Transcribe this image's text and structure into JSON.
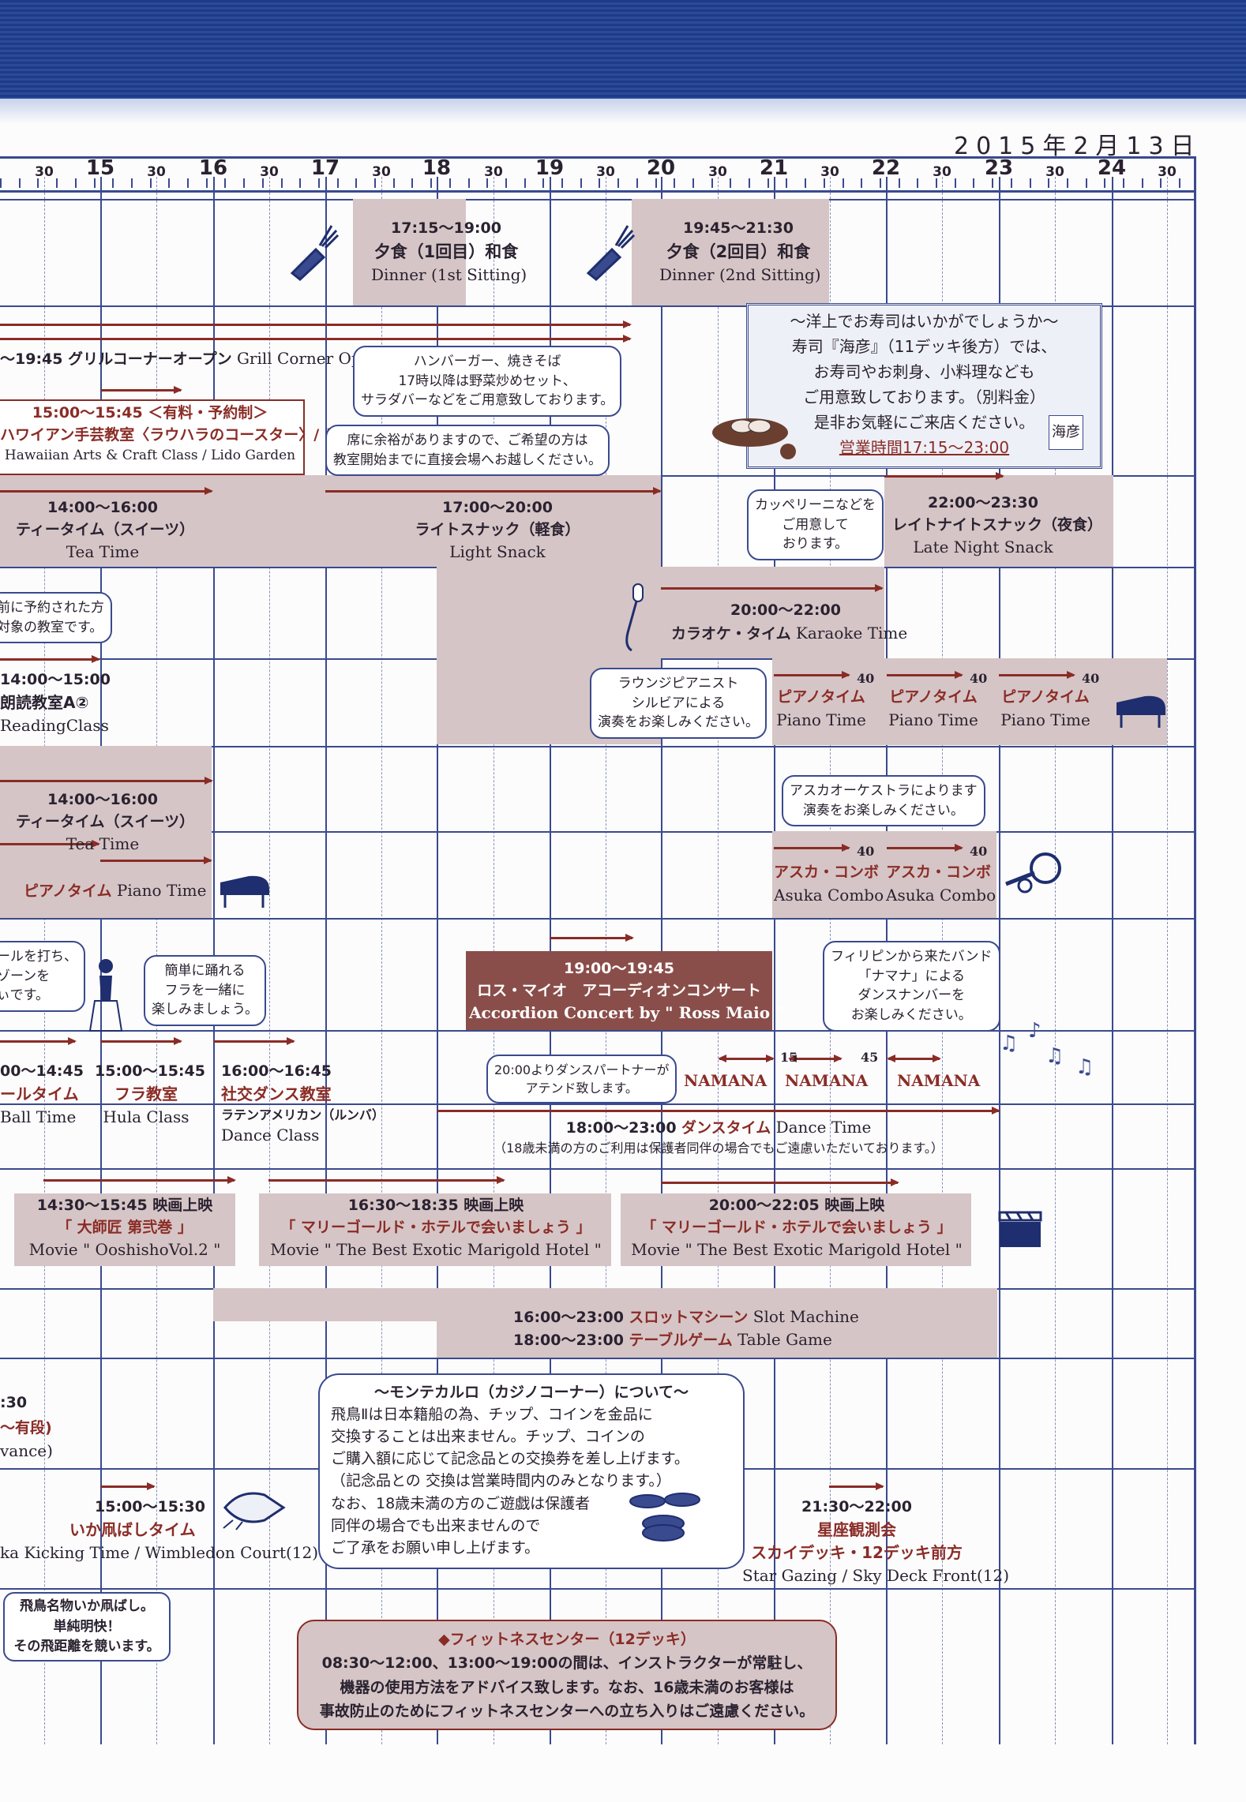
{
  "date": "2015年2月13日",
  "axis": {
    "hours": [
      "15",
      "16",
      "17",
      "18",
      "19",
      "20",
      "21",
      "22",
      "23",
      "24"
    ],
    "half": "30"
  },
  "dinner1": {
    "time": "17:15〜19:00",
    "jp": "夕食（1回目）和食",
    "en": "Dinner (1st Sitting)"
  },
  "dinner2": {
    "time": "19:45〜21:30",
    "jp": "夕食（2回目）和食",
    "en": "Dinner (2nd Sitting)"
  },
  "sushi": {
    "lines": [
      "〜洋上でお寿司はいかがでしょうか〜",
      "寿司『海彦』（11デッキ後方）では、",
      "お寿司やお刺身、小料理なども",
      "ご用意致しております。（別料金）",
      "是非お気軽にご来店ください。"
    ],
    "hours": "営業時間17:15〜23:00",
    "logo": "海彦"
  },
  "grill": {
    "jp": "〜19:45 グリルコーナーオープン",
    "en": "Grill Corner Open"
  },
  "grill_note": [
    "ハンバーガー、焼きそば",
    "17時以降は野菜炒めセット、",
    "サラダバーなどをご用意致しております。"
  ],
  "hawaiian": {
    "time": "15:00〜15:45 ＜有料・予約制＞",
    "jp": "ハワイアン手芸教室〈ラウハラのコースター〉/ リドガーデン",
    "en": "Hawaiian Arts & Craft Class / Lido Garden"
  },
  "hawaiian_note": [
    "席に余裕がありますので、ご希望の方は",
    "教室開始までに直接会場へお越しください。"
  ],
  "tea1": {
    "time": "14:00〜16:00",
    "jp": "ティータイム（スイーツ）",
    "en": "Tea Time"
  },
  "light": {
    "time": "17:00〜20:00",
    "jp": "ライトスナック（軽食）",
    "en": "Light Snack"
  },
  "cappellini": [
    "カッペリーニなどを",
    "ご用意して",
    "おります。"
  ],
  "late": {
    "time": "22:00〜23:30",
    "jp": "レイトナイトスナック（夜食）",
    "en": "Late Night Snack"
  },
  "reserve_note": [
    "前に予約された方",
    "対象の教室です。"
  ],
  "karaoke": {
    "time": "20:00〜22:00",
    "jp": "カラオケ・タイム",
    "en": "Karaoke Time"
  },
  "reading": {
    "time": "14:00〜15:00",
    "jp": "朗読教室A②",
    "en": "ReadingClass"
  },
  "lounge_note": [
    "ラウンジピアニスト",
    "シルビアによる",
    "演奏をお楽しみください。"
  ],
  "piano": {
    "jp": "ピアノタイム",
    "en": "Piano Time",
    "mark": "40"
  },
  "tea2": {
    "time": "14:00〜16:00",
    "jp": "ティータイム（スイーツ）",
    "en": "Tea Time"
  },
  "piano2": {
    "jp": "ピアノタイム",
    "en": "Piano Time"
  },
  "asuka_note": [
    "アスカオーケストラによります",
    "演奏をお楽しみください。"
  ],
  "asuka": {
    "jp": "アスカ・コンボ",
    "en": "Asuka Combo",
    "mark": "40"
  },
  "golf_note": [
    "ールを打ち、",
    "ゾーンを",
    "ぃです。"
  ],
  "hula_note": [
    "簡単に踊れる",
    "フラを一緒に",
    "楽しみましょう。"
  ],
  "accordion": {
    "time": "19:00〜19:45",
    "jp": "ロス・マイオ　アコーディオンコンサート",
    "en": "Accordion Concert by \" Ross Maio \""
  },
  "namana_note": [
    "フィリピンから来たバンド",
    "「ナマナ」による",
    "ダンスナンバーを",
    "お楽しみください。"
  ],
  "ball": {
    "time": "00〜14:45",
    "jp": "ールタイム",
    "en": "Ball Time"
  },
  "hula": {
    "time": "15:00〜15:45",
    "jp": "フラ教室",
    "en": "Hula Class"
  },
  "social": {
    "time": "16:00〜16:45",
    "jp": "社交ダンス教室",
    "sub": "ラテンアメリカン（ルンバ）",
    "en": "Dance Class"
  },
  "partner_note": [
    "20:00よりダンスパートナーが",
    "アテンド致します。"
  ],
  "namana": {
    "label": "NAMANA",
    "m15": "15",
    "m45": "45"
  },
  "dance": {
    "time": "18:00〜23:00",
    "jp": "ダンスタイム",
    "en": "Dance Time",
    "note": "（18歳未満の方のご利用は保護者同伴の場合でもご遠慮いただいております。）"
  },
  "movie1": {
    "time": "14:30〜15:45 映画上映",
    "jp": "「 大師匠 第弐巻 」",
    "en": "Movie \" OoshishoVol.2 \""
  },
  "movie2": {
    "time": "16:30〜18:35 映画上映",
    "jp": "「 マリーゴールド・ホテルで会いましょう 」",
    "en": "Movie \" The Best Exotic Marigold Hotel \""
  },
  "movie3": {
    "time": "20:00〜22:05 映画上映",
    "jp": "「 マリーゴールド・ホテルで会いましょう 」",
    "en": "Movie \" The Best Exotic Marigold Hotel \""
  },
  "slot": {
    "time": "16:00〜23:00",
    "jp": "スロットマシーン",
    "en": "Slot Machine"
  },
  "table": {
    "time": "18:00〜23:00",
    "jp": "テーブルゲーム",
    "en": "Table Game"
  },
  "left_frag": {
    "a": ":30",
    "b": "〜有段)",
    "c": "vance)"
  },
  "casino": {
    "title": "〜モンテカルロ（カジノコーナー）について〜",
    "lines": [
      "飛鳥Ⅱは日本籍船の為、チップ、コインを金品に",
      "交換することは出来ません。チップ、コインの",
      "ご購入額に応じて記念品との交換券を差し上げます。",
      "（記念品との 交換は営業時間内のみとなります。）",
      "なお、18歳未満の方のご遊戯は保護者",
      "同伴の場合でも出来ませんので",
      "ご了承をお願い申し上げます。"
    ]
  },
  "ika": {
    "time": "15:00〜15:30",
    "jp": "いか凧ばしタイム",
    "en": "ka Kicking Time / Wimbledon Court(12)"
  },
  "star": {
    "time": "21:30〜22:00",
    "jp": "星座観測会",
    "jp2": "スカイデッキ・12デッキ前方",
    "en": "Star Gazing / Sky Deck Front(12)"
  },
  "ika_note": [
    "飛鳥名物いか凧ばし。",
    "単純明快！",
    "その飛距離を競います。"
  ],
  "fitness": {
    "title": "◆フィットネスセンター（12デッキ）",
    "lines": [
      "08:30〜12:00、13:00〜19:00の間は、インストラクターが常駐し、",
      "機器の使用方法をアドバイス致します。なお、16歳未満のお客様は",
      "事故防止のためにフィットネスセンターへの立ち入りはご遠慮ください。"
    ]
  }
}
